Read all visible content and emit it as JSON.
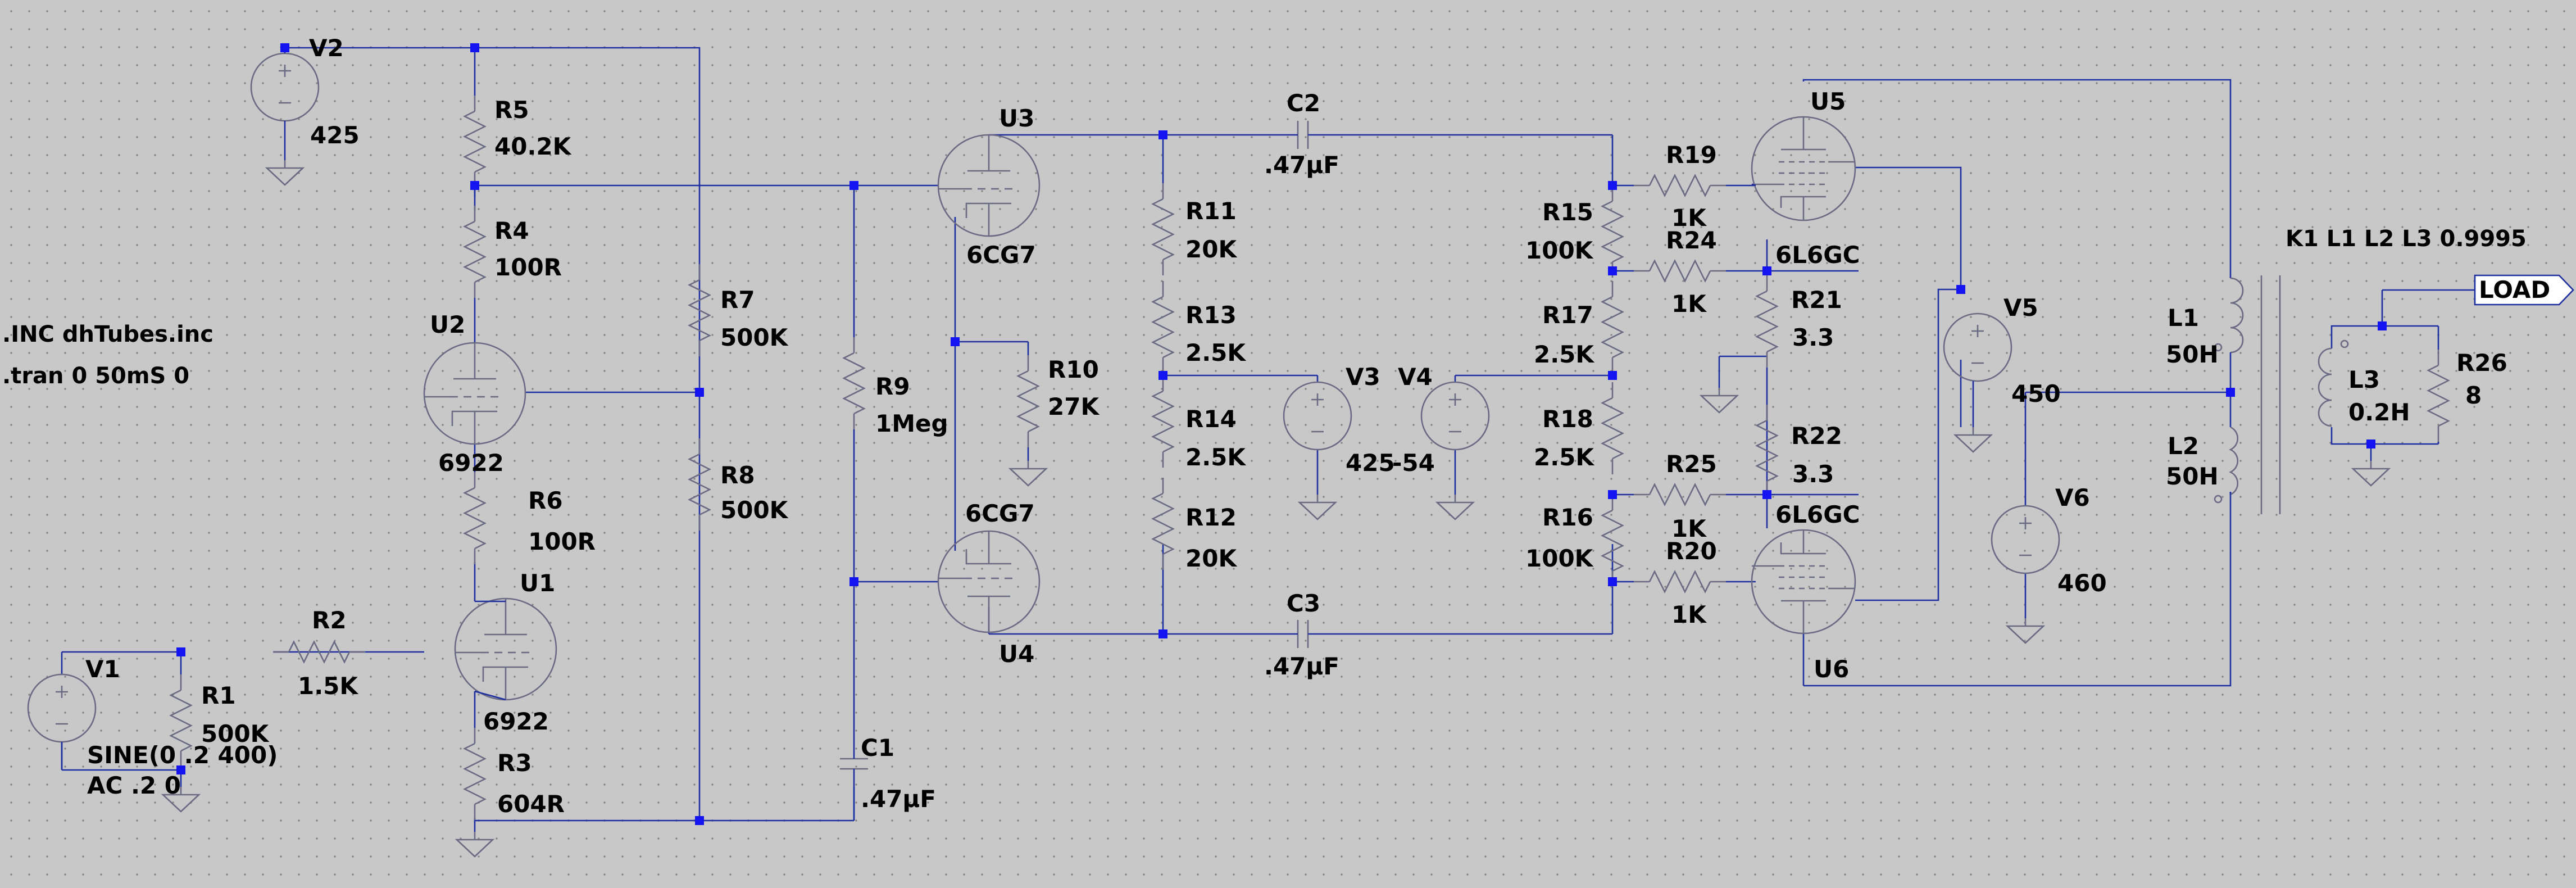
{
  "schematic": {
    "directives": {
      "include": ".INC dhTubes.inc",
      "tran": ".tran 0 50mS 0",
      "coupling": "K1 L1 L2 L3 0.9995"
    },
    "net_labels": {
      "load": "LOAD"
    },
    "components": {
      "V1": {
        "ref": "V1",
        "value": "SINE(0 .2 400)",
        "value2": "AC .2 0"
      },
      "V2": {
        "ref": "V2",
        "value": "425"
      },
      "V3": {
        "ref": "V3",
        "value": "425"
      },
      "V4": {
        "ref": "V4",
        "value": "-54"
      },
      "V5": {
        "ref": "V5",
        "value": "450"
      },
      "V6": {
        "ref": "V6",
        "value": "460"
      },
      "R1": {
        "ref": "R1",
        "value": "500K"
      },
      "R2": {
        "ref": "R2",
        "value": "1.5K"
      },
      "R3": {
        "ref": "R3",
        "value": "604R"
      },
      "R4": {
        "ref": "R4",
        "value": "100R"
      },
      "R5": {
        "ref": "R5",
        "value": "40.2K"
      },
      "R6": {
        "ref": "R6",
        "value": "100R"
      },
      "R7": {
        "ref": "R7",
        "value": "500K"
      },
      "R8": {
        "ref": "R8",
        "value": "500K"
      },
      "R9": {
        "ref": "R9",
        "value": "1Meg"
      },
      "R10": {
        "ref": "R10",
        "value": "27K"
      },
      "R11": {
        "ref": "R11",
        "value": "20K"
      },
      "R12": {
        "ref": "R12",
        "value": "20K"
      },
      "R13": {
        "ref": "R13",
        "value": "2.5K"
      },
      "R14": {
        "ref": "R14",
        "value": "2.5K"
      },
      "R15": {
        "ref": "R15",
        "value": "100K"
      },
      "R16": {
        "ref": "R16",
        "value": "100K"
      },
      "R17": {
        "ref": "R17",
        "value": "2.5K"
      },
      "R18": {
        "ref": "R18",
        "value": "2.5K"
      },
      "R19": {
        "ref": "R19",
        "value": "1K"
      },
      "R20": {
        "ref": "R20",
        "value": "1K"
      },
      "R21": {
        "ref": "R21",
        "value": "3.3"
      },
      "R22": {
        "ref": "R22",
        "value": "3.3"
      },
      "R24": {
        "ref": "R24",
        "value": "1K"
      },
      "R25": {
        "ref": "R25",
        "value": "1K"
      },
      "R26": {
        "ref": "R26",
        "value": "8"
      },
      "C1": {
        "ref": "C1",
        "value": ".47µF"
      },
      "C2": {
        "ref": "C2",
        "value": ".47µF"
      },
      "C3": {
        "ref": "C3",
        "value": ".47µF"
      },
      "L1": {
        "ref": "L1",
        "value": "50H"
      },
      "L2": {
        "ref": "L2",
        "value": "50H"
      },
      "L3": {
        "ref": "L3",
        "value": "0.2H"
      },
      "U1": {
        "ref": "U1",
        "value": "6922"
      },
      "U2": {
        "ref": "U2",
        "value": "6922"
      },
      "U3": {
        "ref": "U3",
        "value": "6CG7"
      },
      "U4": {
        "ref": "U4",
        "value": "6CG7"
      },
      "U5": {
        "ref": "U5",
        "value": "6L6GC"
      },
      "U6": {
        "ref": "U6",
        "value": "6L6GC"
      }
    }
  }
}
